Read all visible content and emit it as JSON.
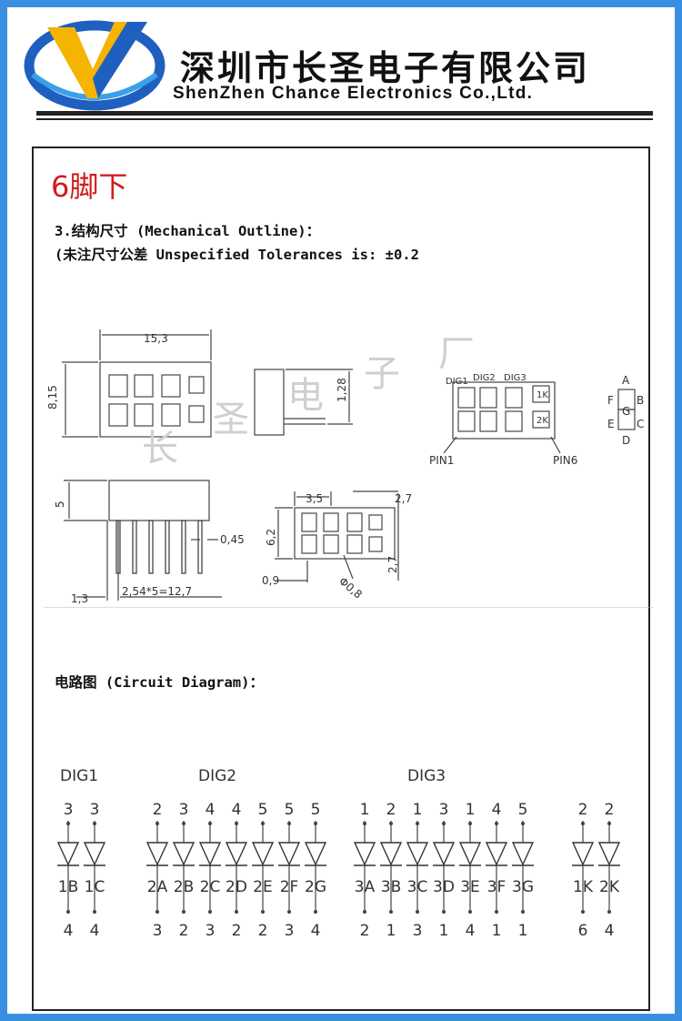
{
  "header": {
    "company_cn": "深圳市长圣电子有限公司",
    "company_en": "ShenZhen Chance Electronics Co.,Ltd."
  },
  "title": "6脚下",
  "mechanical": {
    "heading": "3.结构尺寸 (Mechanical Outline)：",
    "tolerance": "(未注尺寸公差 Unspecified Tolerances is: ±0.2",
    "dims": {
      "width": "15,3",
      "height": "8,15",
      "depth": "1,28",
      "body": "5",
      "pin_width": "0,45",
      "pin_offset": "1,3",
      "pitch": "2,54*5=12,7",
      "digit_width": "3,5",
      "gap": "2,7",
      "digit_height": "6,2",
      "vgap": "2,7",
      "margin": "0,9",
      "dot": "Φ0,8"
    },
    "labels": {
      "dig1": "DIG1",
      "dig2": "DIG2",
      "dig3": "DIG3",
      "k1": "1K",
      "k2": "2K",
      "pin1": "PIN1",
      "pin6": "PIN6"
    },
    "segments": [
      "A",
      "B",
      "C",
      "D",
      "E",
      "F",
      "G"
    ],
    "watermark": [
      "长",
      "圣",
      "电",
      "子",
      "厂"
    ]
  },
  "circuit": {
    "heading": "电路图 (Circuit Diagram)：",
    "groups": [
      {
        "label": "DIG1",
        "diodes": [
          {
            "top": "3",
            "name": "1B",
            "bottom": "4"
          },
          {
            "top": "3",
            "name": "1C",
            "bottom": "4"
          }
        ]
      },
      {
        "label": "DIG2",
        "diodes": [
          {
            "top": "2",
            "name": "2A",
            "bottom": "3"
          },
          {
            "top": "3",
            "name": "2B",
            "bottom": "2"
          },
          {
            "top": "4",
            "name": "2C",
            "bottom": "3"
          },
          {
            "top": "4",
            "name": "2D",
            "bottom": "2"
          },
          {
            "top": "5",
            "name": "2E",
            "bottom": "2"
          },
          {
            "top": "5",
            "name": "2F",
            "bottom": "3"
          },
          {
            "top": "5",
            "name": "2G",
            "bottom": "4"
          }
        ]
      },
      {
        "label": "DIG3",
        "diodes": [
          {
            "top": "1",
            "name": "3A",
            "bottom": "2"
          },
          {
            "top": "2",
            "name": "3B",
            "bottom": "1"
          },
          {
            "top": "1",
            "name": "3C",
            "bottom": "3"
          },
          {
            "top": "3",
            "name": "3D",
            "bottom": "1"
          },
          {
            "top": "1",
            "name": "3E",
            "bottom": "4"
          },
          {
            "top": "4",
            "name": "3F",
            "bottom": "1"
          },
          {
            "top": "5",
            "name": "3G",
            "bottom": "1"
          }
        ]
      },
      {
        "label": "",
        "diodes": [
          {
            "top": "2",
            "name": "1K",
            "bottom": "6"
          },
          {
            "top": "2",
            "name": "2K",
            "bottom": "4"
          }
        ]
      }
    ]
  }
}
